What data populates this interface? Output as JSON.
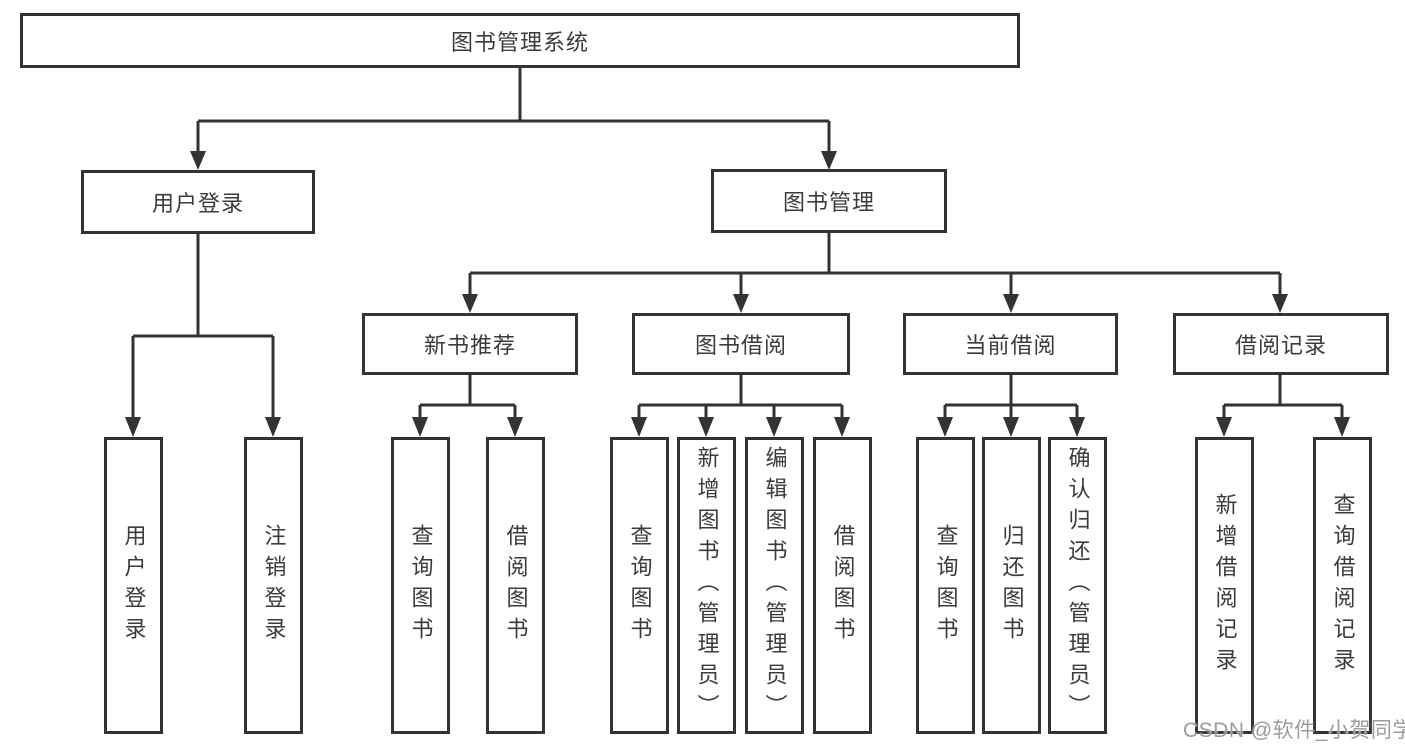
{
  "colors": {
    "line": "#333333",
    "box_border": "#333333",
    "text": "#3b3b3b",
    "watermark": "#9c9c9c",
    "background": "#ffffff"
  },
  "diagram": {
    "root": {
      "label": "图书管理系统"
    },
    "level2": {
      "user_login": {
        "label": "用户登录"
      },
      "book_management": {
        "label": "图书管理"
      }
    },
    "level3": {
      "new_book_recommend": {
        "label": "新书推荐"
      },
      "book_borrowing": {
        "label": "图书借阅"
      },
      "current_borrowing": {
        "label": "当前借阅"
      },
      "borrowing_records": {
        "label": "借阅记录"
      }
    },
    "leaves": {
      "user_login": {
        "label": "用户登录"
      },
      "logout": {
        "label": "注销登录"
      },
      "recommend_query_books": {
        "label": "查询图书"
      },
      "recommend_borrow_books": {
        "label": "借阅图书"
      },
      "borrowing_query_books": {
        "label": "查询图书"
      },
      "borrowing_add_books": {
        "label": "新增图书（管理员）"
      },
      "borrowing_edit_books": {
        "label": "编辑图书（管理员）"
      },
      "borrowing_borrow_books": {
        "label": "借阅图书"
      },
      "current_query_books": {
        "label": "查询图书"
      },
      "current_return_books": {
        "label": "归还图书"
      },
      "current_confirm_return": {
        "label": "确认归还（管理员）"
      },
      "records_add_record": {
        "label": "新增借阅记录"
      },
      "records_query_record": {
        "label": "查询借阅记录"
      }
    }
  },
  "watermark": {
    "text": "CSDN @软件_小贺同学"
  }
}
